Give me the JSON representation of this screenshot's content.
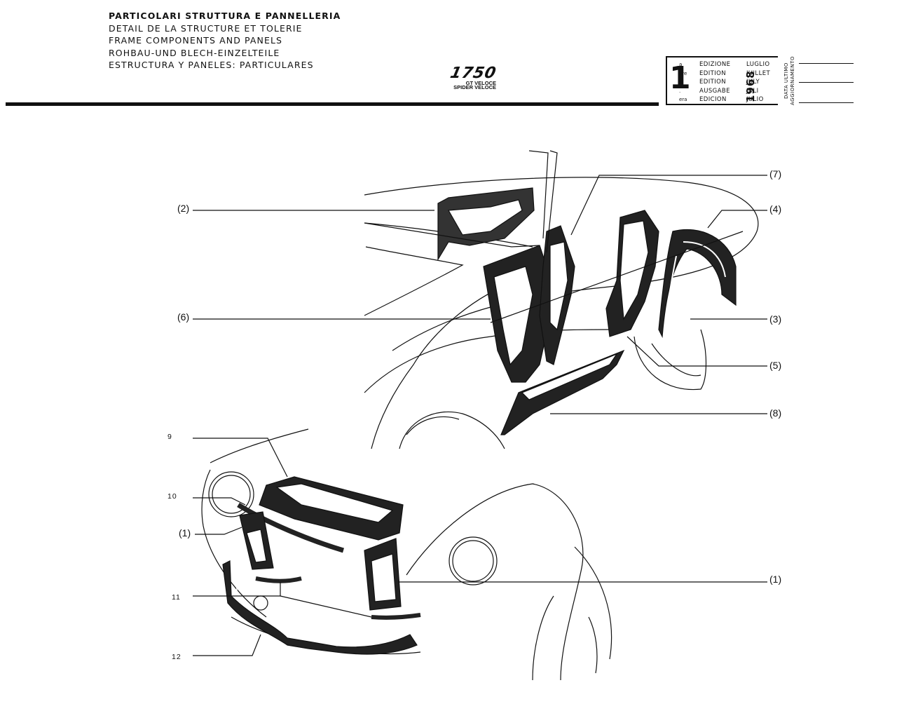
{
  "header": {
    "titles": [
      "PARTICOLARI STRUTTURA E PANNELLERIA",
      "DETAIL DE LA STRUCTURE ET TOLERIE",
      "FRAME COMPONENTS AND PANELS",
      "ROHBAU-UND BLECH-EINZELTEILE",
      "ESTRUCTURA Y PANELES: PARTICULARES"
    ],
    "model": "1750",
    "variants": [
      "GT VELOCE",
      "SPIDER VELOCE"
    ]
  },
  "edition": {
    "number": "1",
    "ordinals": [
      "a",
      "ere",
      "st",
      ".",
      "era"
    ],
    "labels": [
      "EDIZIONE",
      "EDITION",
      "EDITION",
      "AUSGABE",
      "EDICION"
    ],
    "year": "1968",
    "months": [
      "LUGLIO",
      "JUILLET",
      "JULY",
      "JULI",
      "JULIO"
    ],
    "update_label": [
      "DATA ULTIMO",
      "AGGIORNAMENTO"
    ]
  },
  "callouts": [
    {
      "id": "7",
      "label": "(7)"
    },
    {
      "id": "2",
      "label": "(2)"
    },
    {
      "id": "4",
      "label": "(4)"
    },
    {
      "id": "6",
      "label": "(6)"
    },
    {
      "id": "3",
      "label": "(3)"
    },
    {
      "id": "5",
      "label": "(5)"
    },
    {
      "id": "8",
      "label": "(8)"
    },
    {
      "id": "9",
      "label": "9"
    },
    {
      "id": "10",
      "label": "10"
    },
    {
      "id": "1a",
      "label": "(1)"
    },
    {
      "id": "1b",
      "label": "(1)"
    },
    {
      "id": "11",
      "label": "11"
    },
    {
      "id": "12",
      "label": "12"
    }
  ]
}
